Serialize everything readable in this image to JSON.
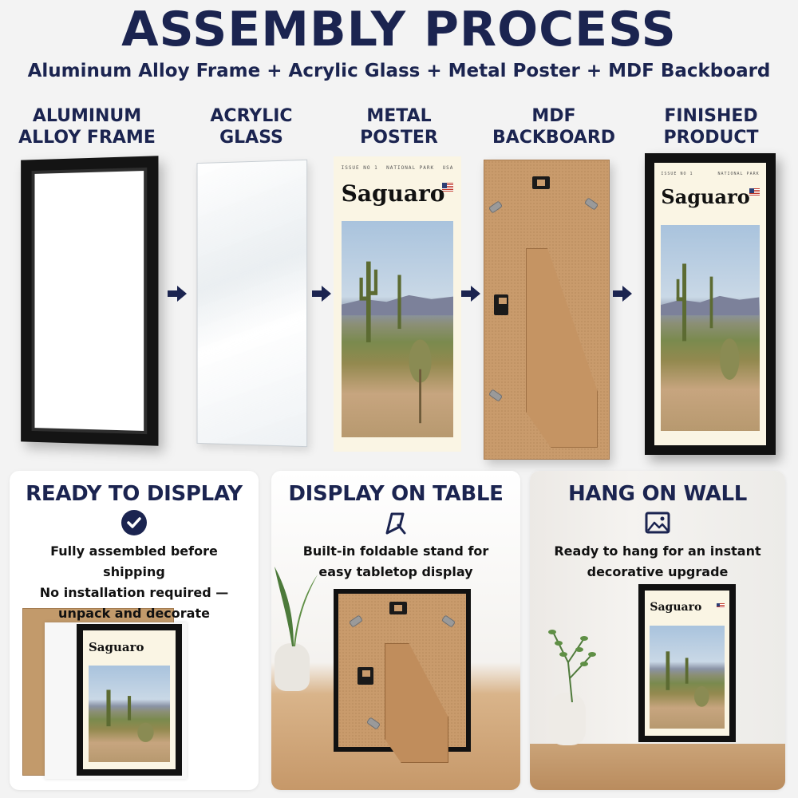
{
  "header": {
    "title": "ASSEMBLY PROCESS",
    "subtitle": "Aluminum Alloy Frame + Acrylic Glass + Metal Poster + MDF Backboard"
  },
  "steps": [
    {
      "label": "ALUMINUM\nALLOY FRAME"
    },
    {
      "label": "ACRYLIC\nGLASS"
    },
    {
      "label": "METAL\nPOSTER"
    },
    {
      "label": "MDF\nBACKBOARD"
    },
    {
      "label": "FINISHED\nPRODUCT"
    }
  ],
  "poster": {
    "meta_left": "ISSUE NO 1",
    "meta_mid": "NATIONAL PARK",
    "meta_right": "USA",
    "title": "Saguaro"
  },
  "cards": [
    {
      "title": "READY TO DISPLAY",
      "icon": "check-circle-icon",
      "desc": "Fully assembled before shipping\nNo installation required —\nunpack and decorate"
    },
    {
      "title": "DISPLAY ON TABLE",
      "icon": "easel-stand-icon",
      "desc": "Built-in foldable stand for\neasy tabletop display"
    },
    {
      "title": "HANG ON WALL",
      "icon": "picture-icon",
      "desc": "Ready to hang for an instant\ndecorative upgrade"
    }
  ],
  "colors": {
    "navy": "#1b2450",
    "frame_black": "#141414",
    "kraft": "#c99b6c",
    "poster_cream": "#faf5e4"
  }
}
